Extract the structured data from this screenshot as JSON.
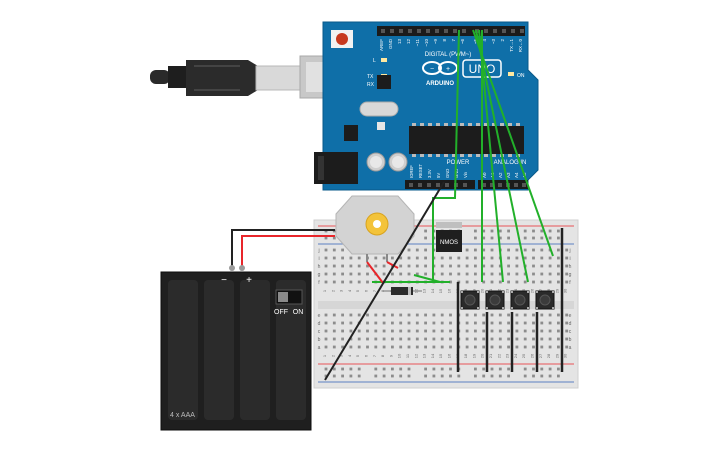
{
  "arduino": {
    "brand": "ARDUINO",
    "model": "UNO",
    "digital_label": "DIGITAL (PWM~)",
    "power_label": "POWER",
    "analog_label": "ANALOG IN",
    "on_label": "ON",
    "led_l": "L",
    "led_tx": "TX",
    "led_rx": "RX",
    "digital_pins": [
      "AREF",
      "GND",
      "13",
      "12",
      "~11",
      "~10",
      "~9",
      "8",
      "7",
      "~6",
      "~5",
      "4",
      "~3",
      "2",
      "TX→1",
      "RX←0"
    ],
    "power_pins": [
      "IOREF",
      "RESET",
      "3.3V",
      "5V",
      "GND",
      "GND",
      "Vin"
    ],
    "analog_pins": [
      "A0",
      "A1",
      "A2",
      "A3",
      "A4",
      "A5"
    ],
    "board_color": "#0f6fa8"
  },
  "nmos": {
    "label": "NMOS"
  },
  "battery": {
    "label": "4 x AAA",
    "minus": "−",
    "plus": "+",
    "switch_off": "OFF",
    "switch_on": "ON"
  },
  "breadboard": {
    "row_letters_top": [
      "j",
      "i",
      "h",
      "g",
      "f"
    ],
    "row_letters_bottom": [
      "e",
      "d",
      "c",
      "b",
      "a"
    ],
    "column_numbers": [
      "1",
      "2",
      "3",
      "4",
      "5",
      "6",
      "7",
      "8",
      "9",
      "10",
      "11",
      "12",
      "13",
      "14",
      "15",
      "16",
      "17",
      "18",
      "19",
      "20",
      "21",
      "22",
      "23",
      "24",
      "25",
      "26",
      "27",
      "28",
      "29",
      "30"
    ]
  },
  "wire_colors": {
    "signal": "#22b02a",
    "power": "#e8252a",
    "ground": "#222222"
  }
}
